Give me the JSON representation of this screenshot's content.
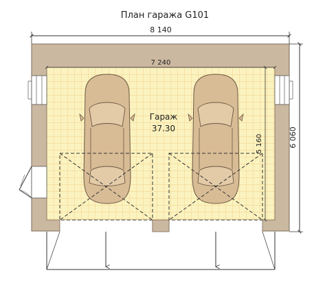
{
  "title": "План гаража G101",
  "dims": {
    "outer_width": "8 140",
    "inner_width": "7 240",
    "outer_height": "6 060",
    "inner_height": "5 160"
  },
  "room": {
    "name": "Гараж",
    "area": "37.30"
  },
  "colors": {
    "wall": "#cbb8a0",
    "floor": "#fbf3bf",
    "grid": "#f0c27a",
    "car": "#d8bc96",
    "car_line": "#6b5640",
    "dim_line": "#333333"
  },
  "icons": {
    "car": "car-top-view-icon",
    "door_swing": "door-swing-icon",
    "window": "window-icon",
    "gate": "garage-gate-icon"
  }
}
